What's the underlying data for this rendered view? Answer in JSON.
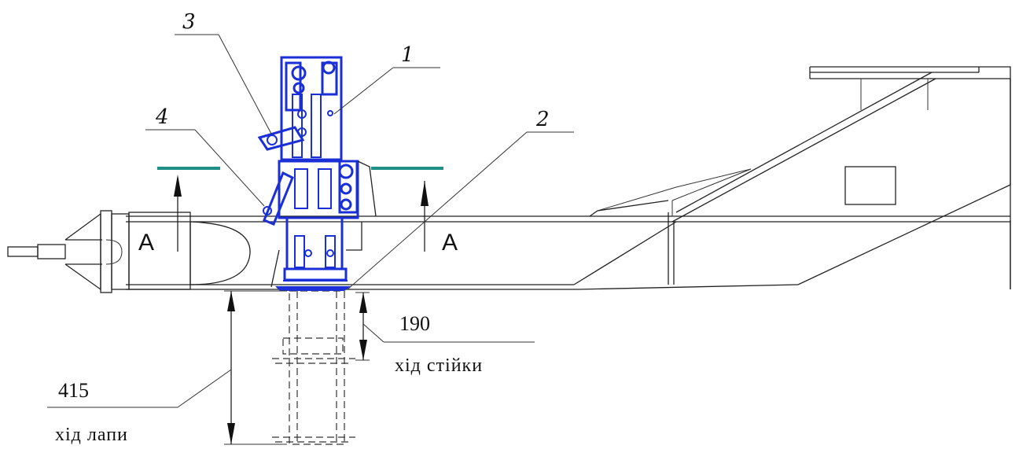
{
  "callouts": {
    "c1": "1",
    "c2": "2",
    "c3": "3",
    "c4": "4"
  },
  "section": {
    "left": "A",
    "right": "A"
  },
  "dimensions": {
    "leg_stroke_value": "190",
    "leg_stroke_caption": "хід стійки",
    "paw_stroke_value": "415",
    "paw_stroke_caption": "хід лапи"
  },
  "colors": {
    "mechanism": "#1a2fd6",
    "section_marks": "#1f8f86",
    "lines": "#222222"
  }
}
